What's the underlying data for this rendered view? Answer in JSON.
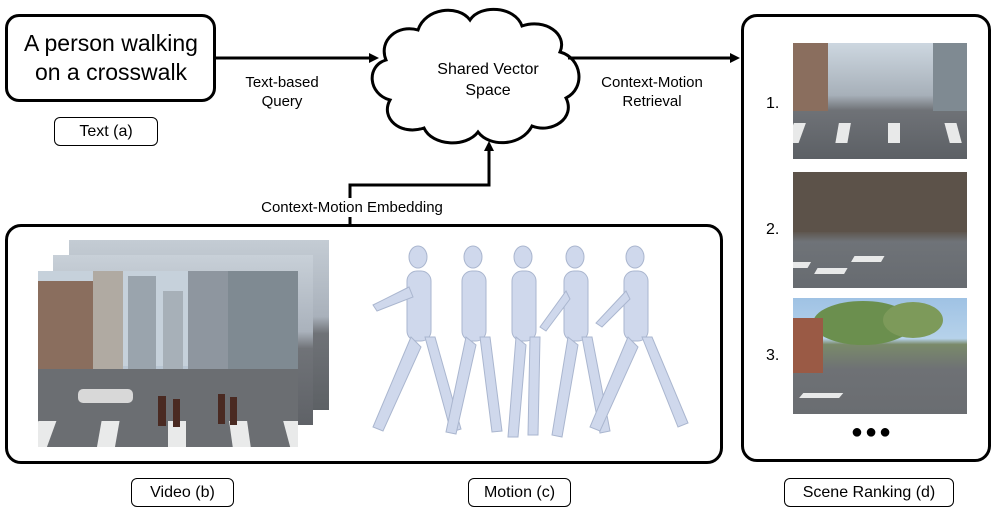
{
  "query": {
    "text": "A person walking on a crosswalk",
    "label": "Text (a)"
  },
  "edges": {
    "text_query": "Text-based Query",
    "retrieval": "Context-Motion Retrieval",
    "embedding": "Context-Motion Embedding"
  },
  "shared_space": {
    "label": "Shared Vector Space"
  },
  "bottom_labels": {
    "video": "Video (b)",
    "motion": "Motion (c)",
    "ranking": "Scene Ranking (d)"
  },
  "ranking": {
    "items": [
      "1.",
      "2.",
      "3."
    ],
    "more": "●●●"
  },
  "colors": {
    "stroke": "#000000",
    "body_figure": "#cfd8ec",
    "sky": "#b9c6d3",
    "road": "#6b6e72"
  },
  "icons": [
    "cloud-shape",
    "arrow-right",
    "arrow-up",
    "walking-figure"
  ]
}
